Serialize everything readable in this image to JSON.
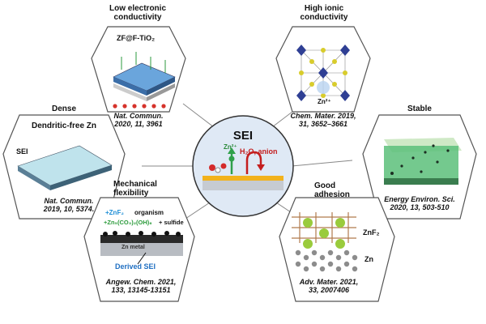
{
  "center": {
    "title": "SEI",
    "ion": "Zn²⁺",
    "anion": "H₂O, anion"
  },
  "panels": {
    "low_electronic": {
      "title_line1": "Low electronic",
      "title_line2": "conductivity",
      "inner": "ZF@F-TiO₂",
      "ref_line1": "Nat. Commun.",
      "ref_line2": "2020, 11, 3961"
    },
    "high_ionic": {
      "title_line1": "High ionic",
      "title_line2": "conductivity",
      "inner": "Zn²⁺",
      "ref_line1": "Chem. Mater. 2019,",
      "ref_line2": "31, 3652–3661"
    },
    "dense": {
      "title": "Dense",
      "subtitle": "Dendritic-free Zn",
      "sei_label": "SEI",
      "ref_line1": "Nat. Commun.",
      "ref_line2": "2019, 10, 5374."
    },
    "stable": {
      "title": "Stable",
      "ref_line1": "Energy Environ. Sci.",
      "ref_line2": "2020, 13, 503-510"
    },
    "mechanical": {
      "title_line1": "Mechanical",
      "title_line2": "flexibility",
      "legend1": "+ZnF₂",
      "legend1b": "organism",
      "legend2": "+Zn₅(CO₃)₂(OH)₆",
      "legend2b": "+ sulfide",
      "metal": "Zn metal",
      "derived": "Derived SEI",
      "ref_line1": "Angew. Chem. 2021,",
      "ref_line2": "133, 13145-13151"
    },
    "adhesion": {
      "title_line1": "Good",
      "title_line2": "adhesion",
      "label_znf2": "ZnF₂",
      "label_zn": "Zn",
      "ref_line1": "Adv. Mater. 2021,",
      "ref_line2": "33, 2007406"
    }
  }
}
